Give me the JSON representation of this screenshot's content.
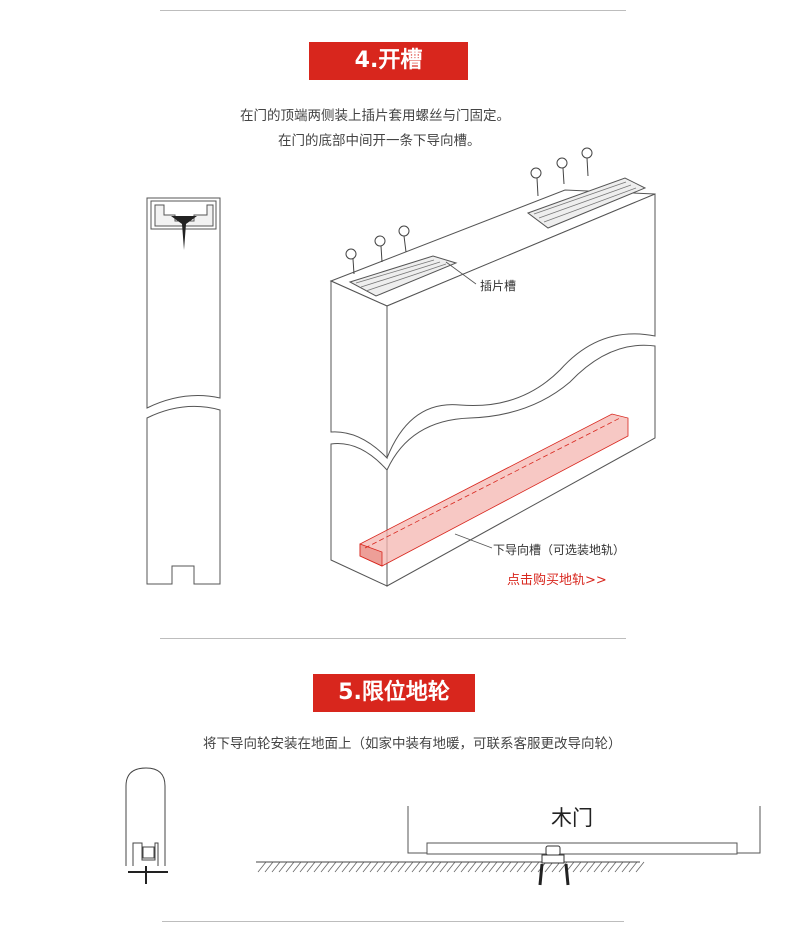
{
  "section4": {
    "badge": "4.开槽",
    "desc_line1": "在门的顶端两侧装上插片套用螺丝与门固定。",
    "desc_line2": "在门的底部中间开一条下导向槽。",
    "label_slot": "插片槽",
    "label_guide": "下导向槽（可选装地轨）",
    "link": "点击购买地轨>>"
  },
  "section5": {
    "badge": "5.限位地轮",
    "desc": "将下导向轮安装在地面上（如家中装有地暖，可联系客服更改导向轮）",
    "door_label": "木门"
  },
  "colors": {
    "accent": "#d8261d",
    "groove_fill": "#f4b6b0"
  }
}
